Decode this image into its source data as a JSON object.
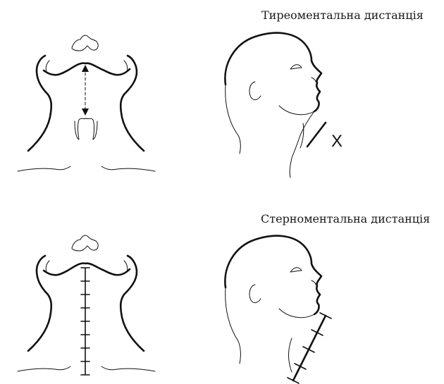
{
  "captions": {
    "thyromental": "Тиреоментальна дистанція",
    "sternomental": "Стерноментальна дистанція"
  },
  "markers": {
    "x_label": "X"
  },
  "colors": {
    "line": "#111111",
    "background": "#ffffff"
  }
}
